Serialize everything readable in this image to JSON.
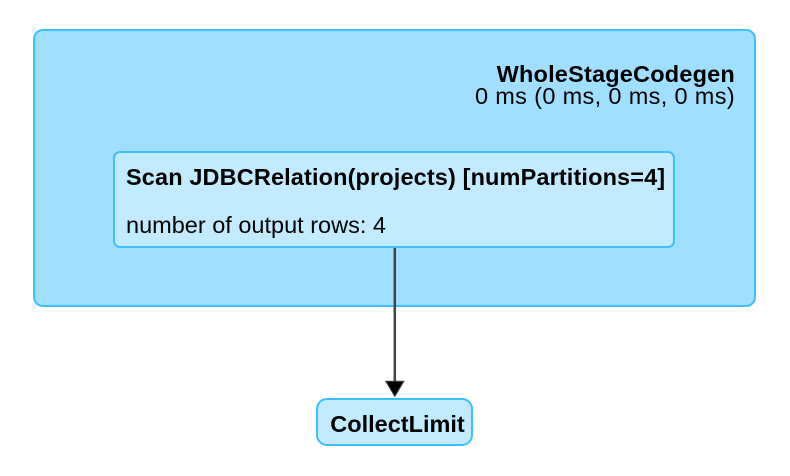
{
  "app": "Spark SQL query plan visualization",
  "colors": {
    "cluster_fill": "#A0DFFF",
    "node_fill": "#C3EBFF",
    "box_stroke": "#3EC0FF",
    "edge_stroke": "#444444",
    "arrowhead_fill": "#000000",
    "text": "#000000",
    "background": "#ffffff"
  },
  "plan": {
    "cluster": {
      "name": "WholeStageCodegen",
      "duration": "0 ms (0 ms, 0 ms, 0 ms)"
    },
    "scan_node": {
      "name": "Scan JDBCRelation(projects) [numPartitions=4]",
      "metric": "number of output rows: 4"
    },
    "collect_node": {
      "name": "CollectLimit"
    }
  }
}
